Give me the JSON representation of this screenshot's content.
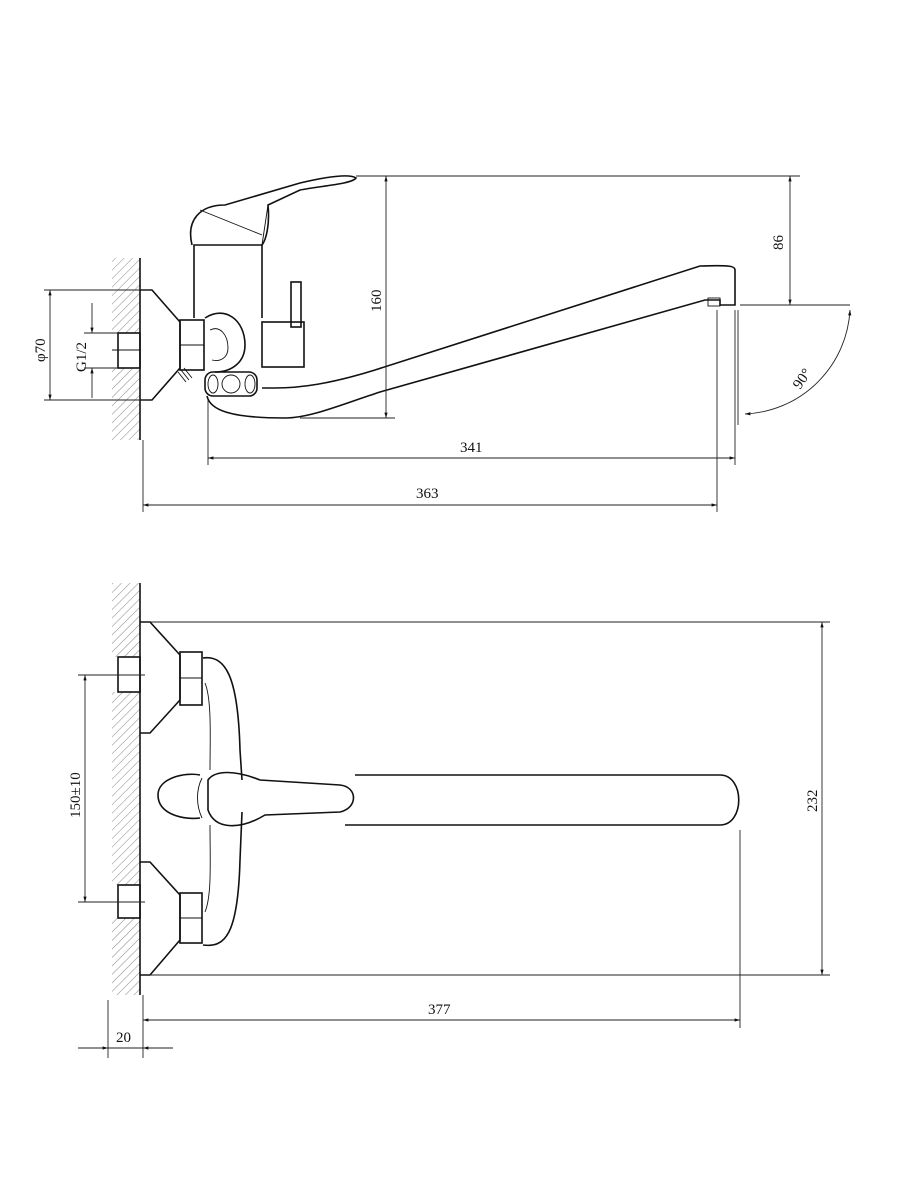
{
  "drawing": {
    "side_view": {
      "dimensions": {
        "spout_drop": "86",
        "height": "160",
        "flange_diameter": "φ70",
        "thread": "G1/2",
        "angle": "90°",
        "spout_reach": "341",
        "total_length": "363"
      }
    },
    "top_view": {
      "dimensions": {
        "inlet_spacing": "150±10",
        "width": "232",
        "total_length": "377",
        "wall_offset": "20"
      }
    },
    "colors": {
      "line": "#111111",
      "background": "#ffffff"
    }
  }
}
